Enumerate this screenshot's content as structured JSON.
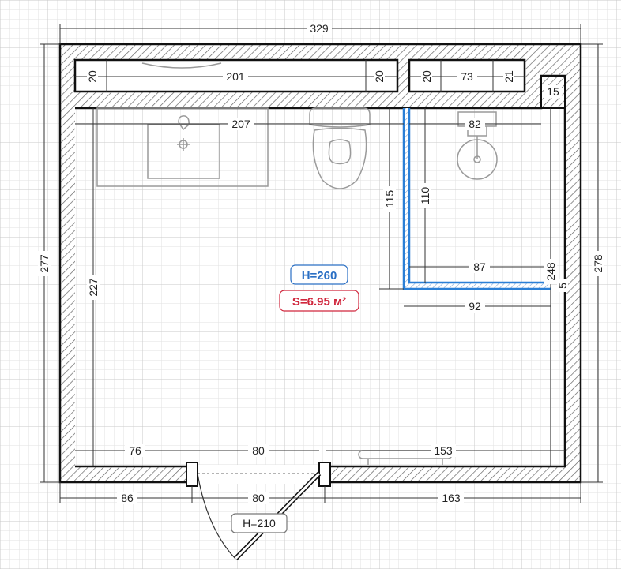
{
  "plan": {
    "height_label": "H=260",
    "area_label": "S=6.95 м²",
    "door_height_label": "H=210",
    "colors": {
      "height_badge": "#2a6fc4",
      "area_badge": "#d0263c",
      "partition": "#2a7fd6",
      "wall": "#111111",
      "hatch": "#555555",
      "fixture": "#9a9a9a",
      "grid": "#d6d6d6"
    },
    "dims": {
      "total_width": "329",
      "total_height_left": "277",
      "total_height_right": "278",
      "inner_height_left": "227",
      "niche1_left": "20",
      "niche1_width": "201",
      "niche1_right": "20",
      "niche2_left": "20",
      "niche2_width": "73",
      "niche2_right": "21",
      "column_width": "15",
      "top_inner_left": "207",
      "top_inner_right": "82",
      "partition_height": "115",
      "shower_inner_height": "110",
      "shower_inner_width": "87",
      "shower_outer_width": "92",
      "right_inner_height": "248",
      "column_depth": "5",
      "bottom_inner_left": "76",
      "bottom_door_inner": "80",
      "bottom_inner_right": "153",
      "bottom_outer_left": "86",
      "bottom_door_outer": "80",
      "bottom_outer_right": "163"
    }
  }
}
